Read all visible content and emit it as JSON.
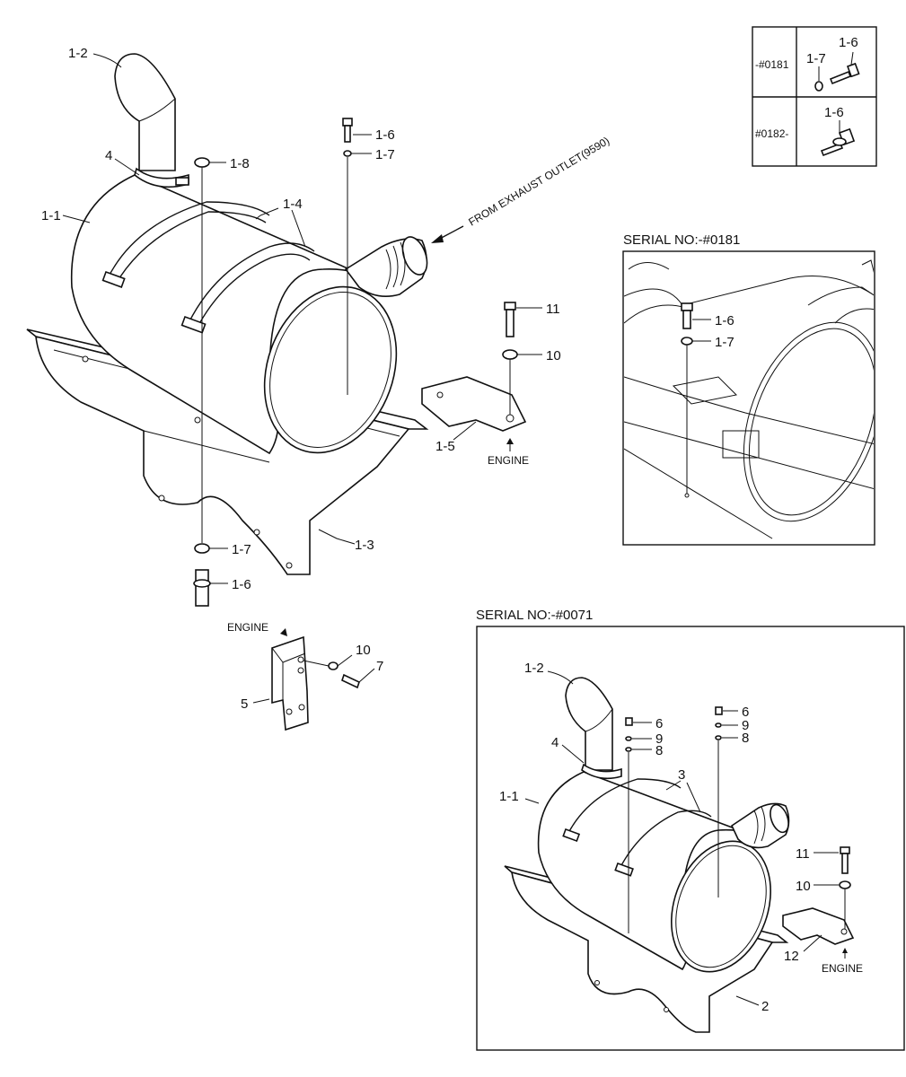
{
  "main": {
    "labels": {
      "p1_2": "1-2",
      "p4": "4",
      "p1_1": "1-1",
      "p1_4": "1-4",
      "p1_8": "1-8",
      "p1_6_top": "1-6",
      "p1_7_top": "1-7",
      "p11": "11",
      "p10": "10",
      "p1_5": "1-5",
      "engine_right": "ENGINE",
      "p1_3": "1-3",
      "p1_7_bottom": "1-7",
      "p1_6_bottom": "1-6"
    },
    "exhaust_note": "FROM EXHAUST OUTLET(9590)"
  },
  "bracket_detail": {
    "engine": "ENGINE",
    "p5": "5",
    "p10": "10",
    "p7": "7"
  },
  "serial_table": {
    "rows": [
      {
        "serial": "-#0181",
        "parts": [
          "1-6",
          "1-7"
        ]
      },
      {
        "serial": "#0182-",
        "parts": [
          "1-6"
        ]
      }
    ]
  },
  "inset_0181": {
    "title": "SERIAL NO:-#0181",
    "labels": {
      "p1_6": "1-6",
      "p1_7": "1-7"
    }
  },
  "inset_0071": {
    "title": "SERIAL NO:-#0071",
    "labels": {
      "p1_2": "1-2",
      "p4": "4",
      "p1_1": "1-1",
      "p6a": "6",
      "p9a": "9",
      "p8a": "8",
      "p6b": "6",
      "p9b": "9",
      "p8b": "8",
      "p3": "3",
      "p11": "11",
      "p10": "10",
      "p12": "12",
      "engine": "ENGINE",
      "p2": "2"
    }
  }
}
